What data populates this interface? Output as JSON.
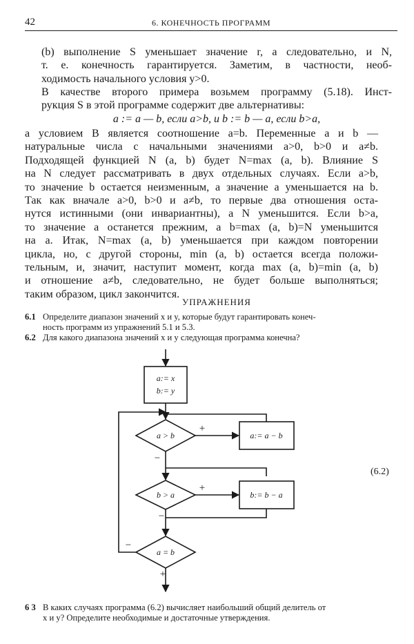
{
  "header": {
    "page_number": "42",
    "running_title": "6. КОНЕЧНОСТЬ ПРОГРАММ"
  },
  "body_lines": [
    "(b) выполнение S уменьшает значение r, а следовательно, и N,",
    "т. е. конечность гарантируется. Заметим, в частности, необ-",
    "ходимость начального условия y>0.",
    "В качестве второго примера возьмем программу (5.18). Инст-",
    "рукция S в этой программе содержит две альтернативы:",
    "a := a — b, если a>b, и b := b — a, если b>a,",
    "а условием B является соотношение a=b. Переменные a и b —",
    "натуральные числа с начальными значениями a>0, b>0 и a≠b.",
    "Подходящей функцией N (a, b) будет N=max (a, b). Влияние S",
    "на N следует рассматривать в двух отдельных случаях. Если a>b,",
    "то значение b остается неизменным, а значение a уменьшается на b.",
    "Так как вначале a>0, b>0 и a≠b, то первые два отношения оста-",
    "нутся истинными (они инвариантны), а N уменьшится. Если b>a,",
    "то значение a останется прежним, а b=max (a, b)=N уменьшится",
    "на a. Итак, N=max (a, b) уменьшается при каждом повторении",
    "цикла, но, с другой стороны, min (a, b) остается всегда положи-",
    "тельным, и, значит, наступит момент, когда max (a, b)=min (a, b)",
    "и отношение a≠b, следовательно, не будет больше выполняться;",
    "таким образом, цикл закончится."
  ],
  "exercises": {
    "title": "УПРАЖНЕНИЯ",
    "items": [
      {
        "number": "6.1",
        "lines": [
          "Определите диапазон значений x и y, которые будут гарантировать конеч-",
          "ность программ из упражнений 5.1 и 5.3."
        ]
      },
      {
        "number": "6.2",
        "lines": [
          "Для какого диапазона значений x и y следующая программа конечна?"
        ]
      },
      {
        "number": "6 3",
        "lines": [
          "В каких случаях программа (6.2) вычисляет наибольший общий делитель от",
          "x и y? Определите необходимые и достаточные утверждения."
        ]
      }
    ]
  },
  "flowchart": {
    "label": "(6.2)",
    "init_box": [
      "a:= x",
      "b:= y"
    ],
    "decisions": [
      "a > b",
      "b > a",
      "a = b"
    ],
    "actions": [
      "a:= a − b",
      "b:= b − a"
    ],
    "plus": "+",
    "minus": "−"
  }
}
